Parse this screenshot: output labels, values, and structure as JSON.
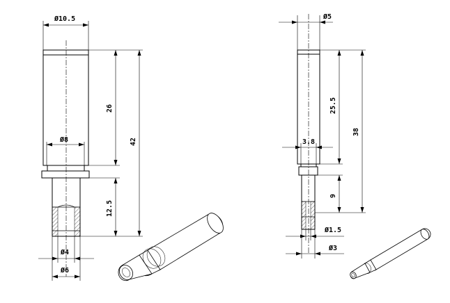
{
  "left_part": {
    "dims": {
      "outer_dia": "Ø10.5",
      "upper_length": "26",
      "total_length": "42",
      "inner_dia": "Ø8",
      "lower_length": "12.5",
      "bore_dia": "Ø4",
      "tip_dia": "Ø6"
    }
  },
  "right_part": {
    "dims": {
      "outer_dia": "Ø5",
      "upper_length": "25.5",
      "total_length": "38",
      "inner_dia": "3.8",
      "lower_length": "9",
      "bore_dia": "Ø1.5",
      "tip_dia": "Ø3"
    }
  }
}
